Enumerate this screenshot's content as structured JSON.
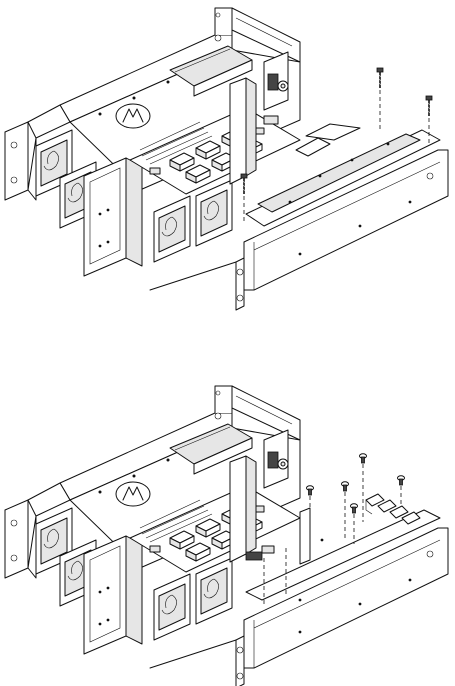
{
  "figures": [
    {
      "id": "top",
      "fastener_count": 2
    },
    {
      "id": "bottom",
      "fastener_count": 6
    }
  ],
  "icons": {
    "logo": "batwing-logo-icon",
    "fan": "fan-icon",
    "screw": "screw-icon"
  },
  "colors": {
    "line": "#111111",
    "background": "#ffffff",
    "shade": "#e6e6e6"
  }
}
